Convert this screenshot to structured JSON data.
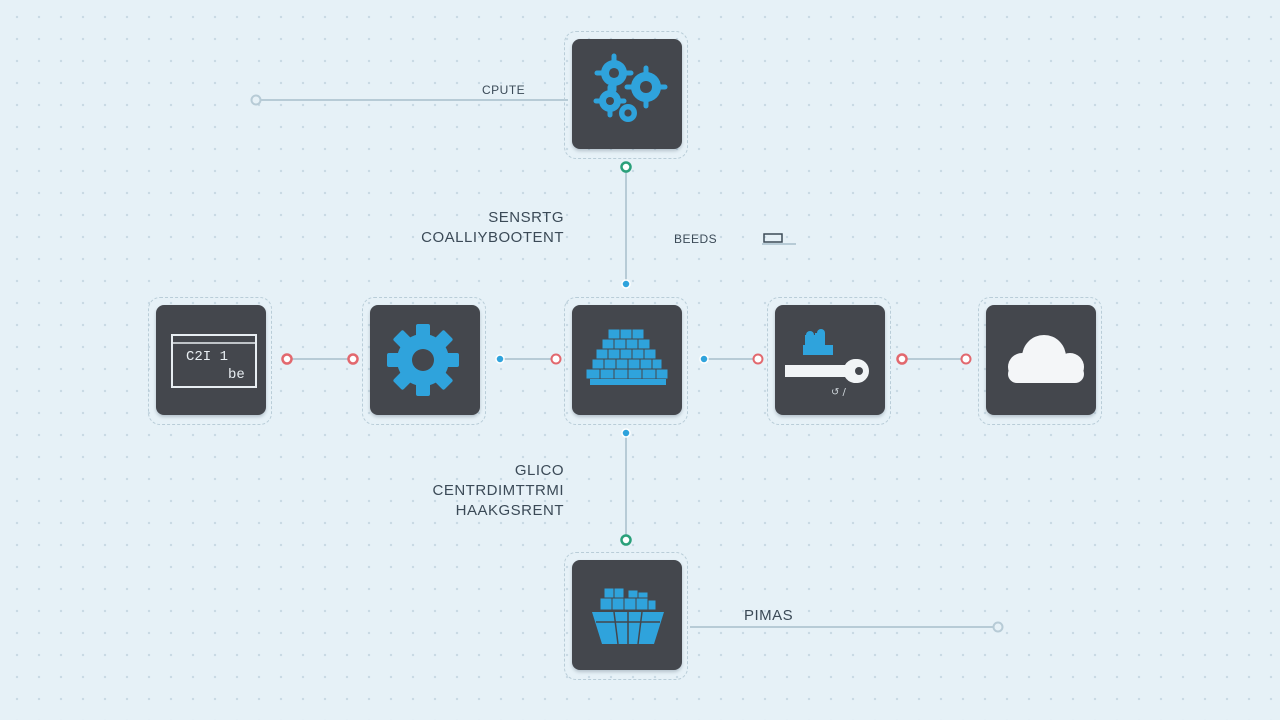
{
  "diagram": {
    "labels": {
      "top_line": "CPUTE",
      "left_upper_line1": "SENSRTG",
      "left_upper_line2": "COALLIYBOOTENT",
      "right_upper": "BEEDS",
      "left_lower_line1": "GLICO",
      "left_lower_line2": "CENTRDIMTTRMI",
      "left_lower_line3": "HAAKGSRENT",
      "bottom_right": "PIMAS"
    },
    "nodes": [
      {
        "id": "top",
        "icon": "gears-icon"
      },
      {
        "id": "terminal",
        "icon": "terminal-icon",
        "text_line1": "C2I 1",
        "text_line2": "be"
      },
      {
        "id": "gear",
        "icon": "gear-icon"
      },
      {
        "id": "center",
        "icon": "container-stack-icon"
      },
      {
        "id": "key",
        "icon": "key-icon"
      },
      {
        "id": "cloud",
        "icon": "cloud-icon"
      },
      {
        "id": "bottom",
        "icon": "ship-icon"
      }
    ],
    "colors": {
      "background": "#e6f1f7",
      "tile": "#44474d",
      "accent_blue": "#2fa3dc",
      "accent_red": "#e2686e",
      "accent_green": "#2aa07a",
      "line": "#b7cbd6"
    }
  }
}
